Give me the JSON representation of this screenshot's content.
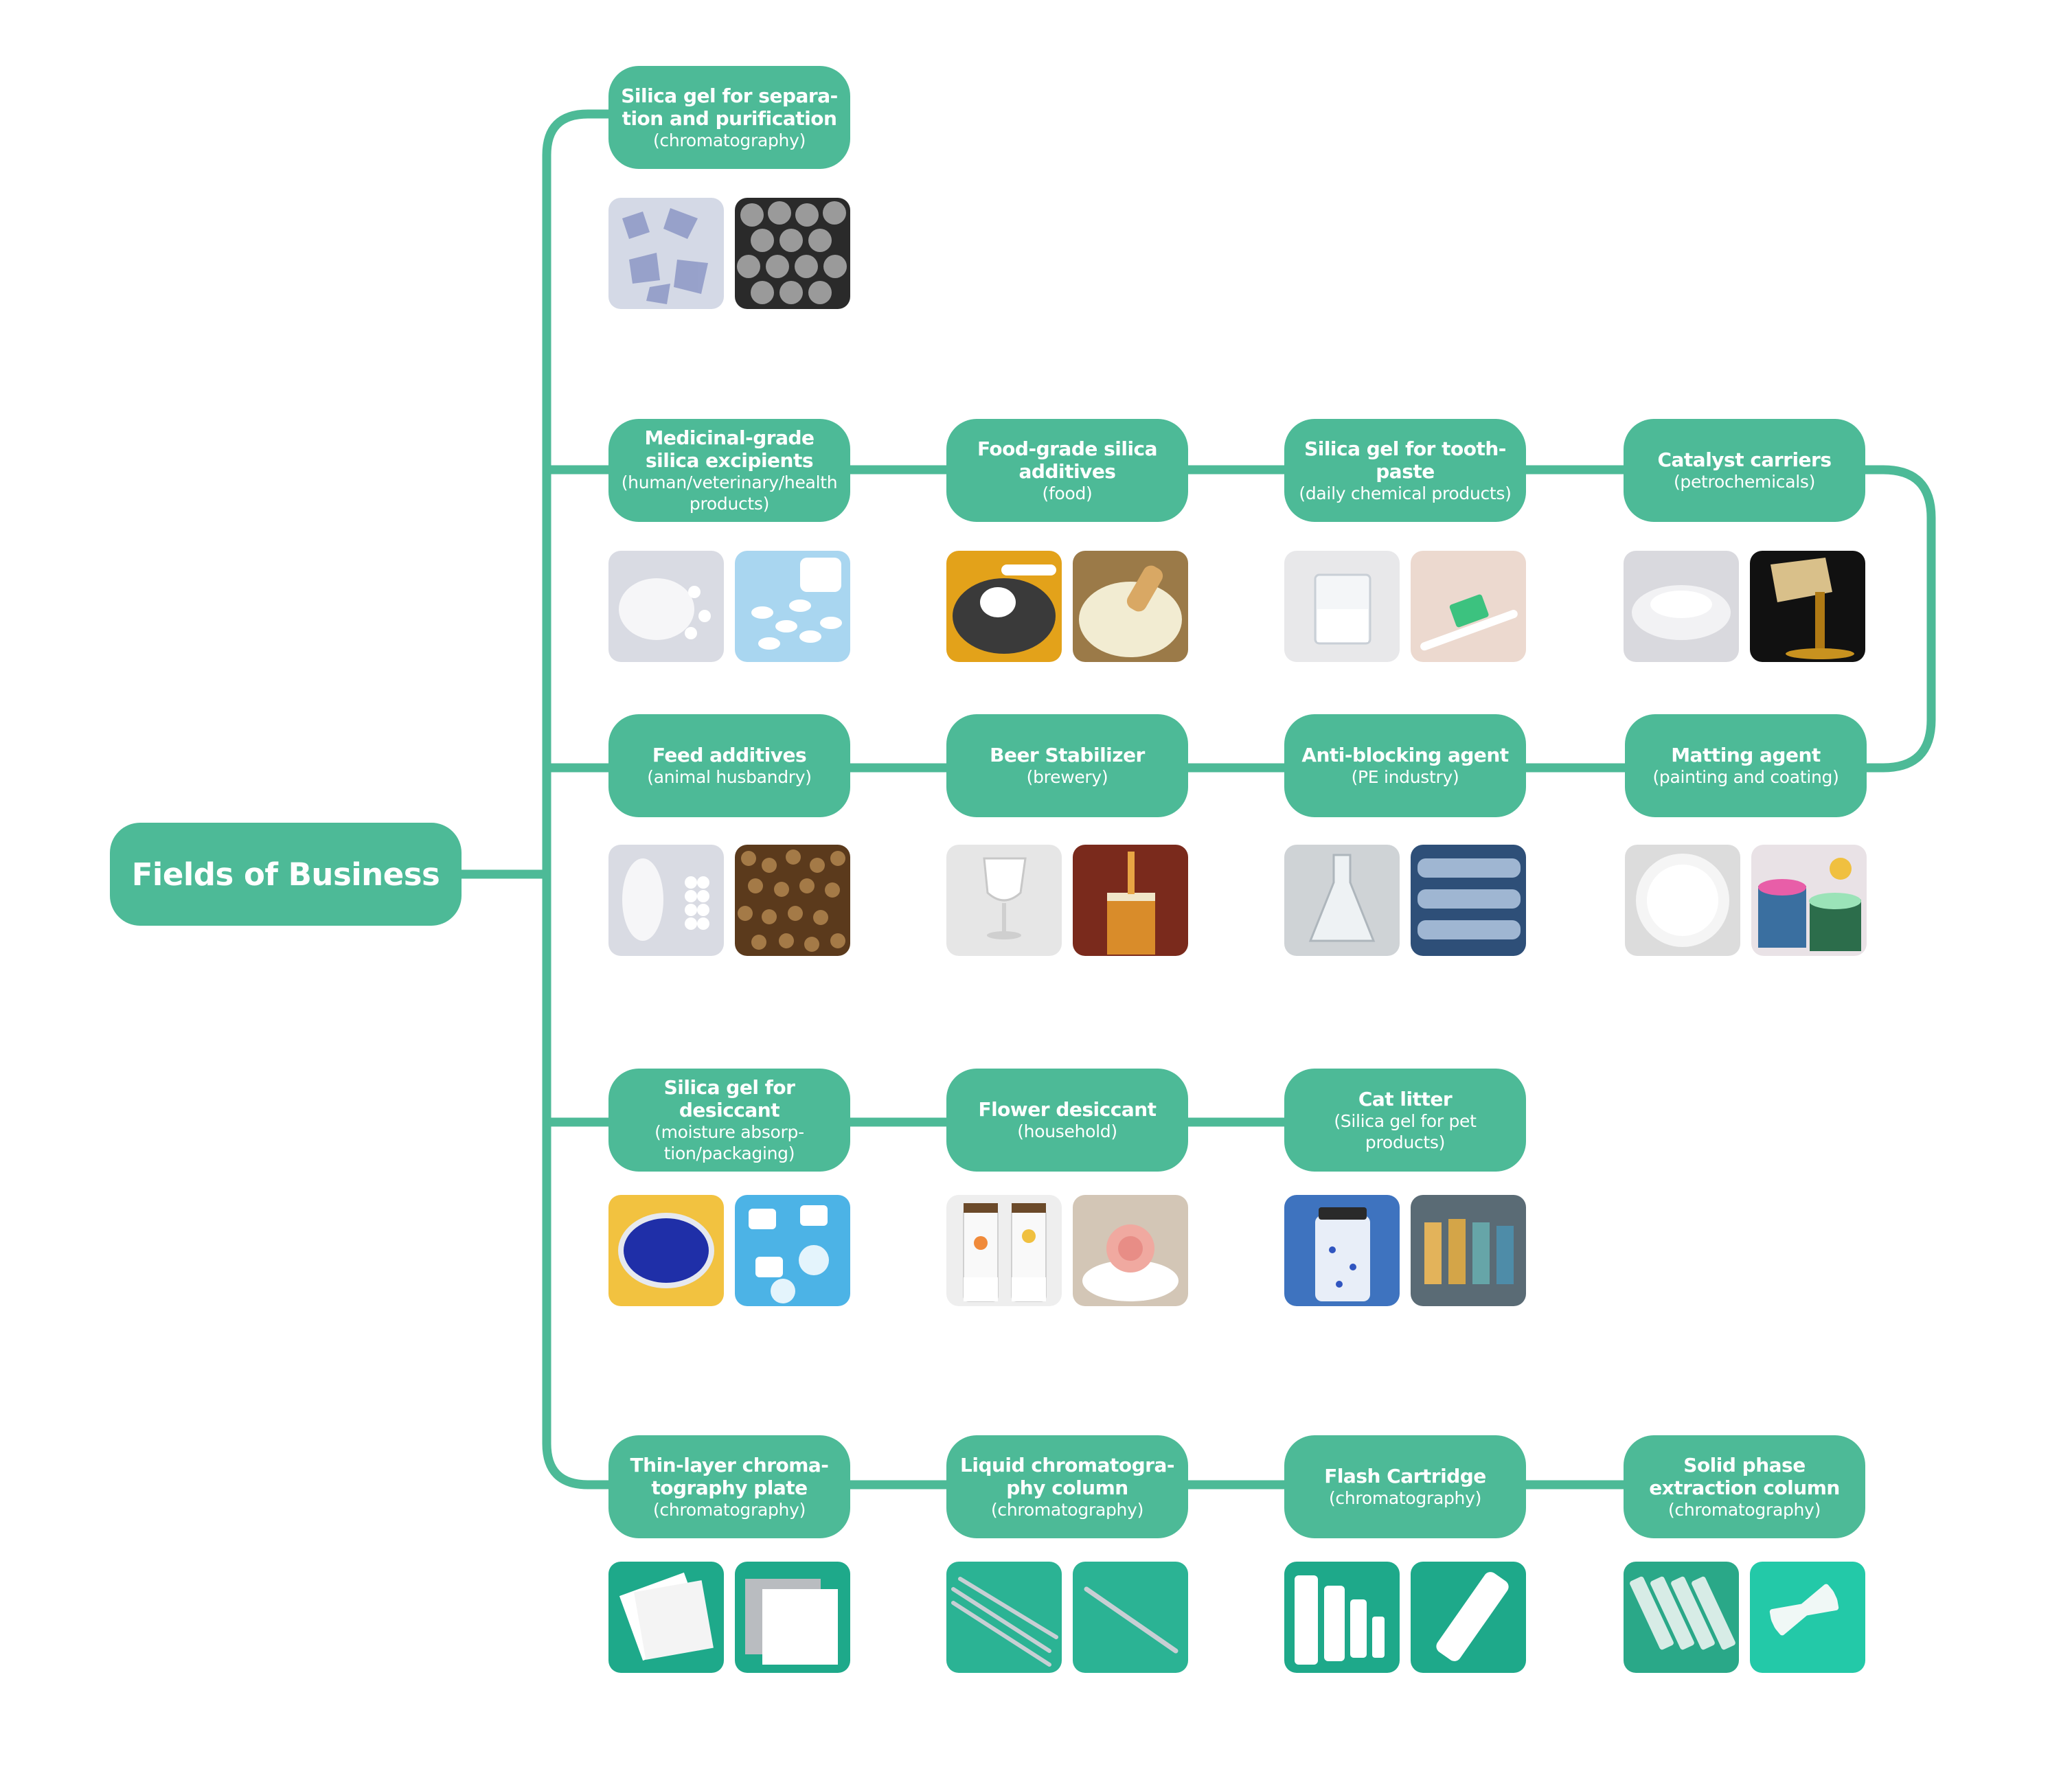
{
  "diagram": {
    "root": "Fields of Business",
    "accent": "#4dba97",
    "nodes": [
      {
        "id": "n1",
        "title": "Silica gel for separa-\ntion and purification",
        "subtitle": "(chromatography)",
        "thumbs": [
          "silica-crystals-icon",
          "silica-microspheres-icon"
        ]
      },
      {
        "id": "n2",
        "title": "Medicinal-grade\nsilica excipients",
        "subtitle": "(human/veterinary/health\nproducts)",
        "thumbs": [
          "white-powder-icon",
          "pill-bottle-tablets-icon"
        ]
      },
      {
        "id": "n3",
        "title": "Food-grade silica\nadditives",
        "subtitle": "(food)",
        "thumbs": [
          "measuring-scoop-icon",
          "milk-powder-icon"
        ]
      },
      {
        "id": "n4",
        "title": "Silica gel for tooth-\npaste",
        "subtitle": "(daily chemical products)",
        "thumbs": [
          "beaker-powder-icon",
          "toothbrush-icon"
        ]
      },
      {
        "id": "n5",
        "title": "Catalyst carriers",
        "subtitle": "(petrochemicals)",
        "thumbs": [
          "powder-dish-icon",
          "oil-pour-icon"
        ]
      },
      {
        "id": "n6",
        "title": "Feed additives",
        "subtitle": "(animal husbandry)",
        "thumbs": [
          "powder-tablets-icon",
          "feed-pellets-icon"
        ]
      },
      {
        "id": "n7",
        "title": "Beer Stabilizer",
        "subtitle": "(brewery)",
        "thumbs": [
          "wine-glass-icon",
          "beer-pour-icon"
        ]
      },
      {
        "id": "n8",
        "title": "Anti-blocking agent",
        "subtitle": "(PE industry)",
        "thumbs": [
          "flask-icon",
          "film-rolls-icon"
        ]
      },
      {
        "id": "n9",
        "title": "Matting agent",
        "subtitle": "(painting and coating)",
        "thumbs": [
          "powder-plate-icon",
          "paint-cans-icon"
        ]
      },
      {
        "id": "n10",
        "title": "Silica gel for desiccant",
        "subtitle": "(moisture absorp-\ntion/packaging)",
        "thumbs": [
          "blue-beads-icon",
          "desiccant-packs-icon"
        ]
      },
      {
        "id": "n11",
        "title": "Flower desiccant",
        "subtitle": "(household)",
        "thumbs": [
          "flower-jars-icon",
          "dried-rose-icon"
        ]
      },
      {
        "id": "n12",
        "title": "Cat litter",
        "subtitle": "(Silica gel for pet products)",
        "thumbs": [
          "litter-jar-icon",
          "litter-crystals-icon"
        ]
      },
      {
        "id": "n13",
        "title": "Thin-layer chroma-\ntography plate",
        "subtitle": "(chromatography)",
        "thumbs": [
          "tlc-plates-icon",
          "tlc-plate-foil-icon"
        ]
      },
      {
        "id": "n14",
        "title": "Liquid chromatogra-\nphy column",
        "subtitle": "(chromatography)",
        "thumbs": [
          "hplc-columns-icon",
          "hplc-column-icon"
        ]
      },
      {
        "id": "n15",
        "title": "Flash Cartridge",
        "subtitle": "(chromatography)",
        "thumbs": [
          "flash-cartridges-icon",
          "flash-cartridge-icon"
        ]
      },
      {
        "id": "n16",
        "title": "Solid phase\nextraction column",
        "subtitle": "(chromatography)",
        "thumbs": [
          "spe-columns-icon",
          "spe-columns-fan-icon"
        ]
      }
    ]
  }
}
